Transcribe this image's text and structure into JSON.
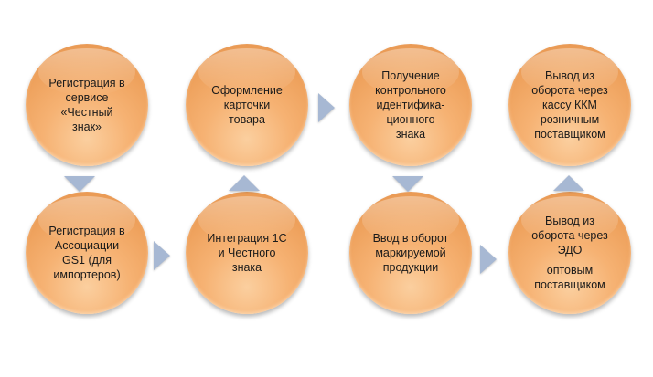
{
  "nodes": [
    {
      "id": "registration-service",
      "text": "Регистрация в\nсервисе\n«Честный\nзнак»"
    },
    {
      "id": "registration-gs1",
      "text": "Регистрация в\nАссоциации\nGS1 (для\nимпортеров)"
    },
    {
      "id": "integration-1c",
      "text": "Интеграция 1С\nи Честного\nзнака"
    },
    {
      "id": "product-card",
      "text": "Оформление\nкарточки\nтовара"
    },
    {
      "id": "control-code",
      "text": "Получение\nконтрольного\nидентифика-\nционного\nзнака"
    },
    {
      "id": "input-circulation",
      "text": "Ввод в оборот\nмаркируемой\nпродукции"
    },
    {
      "id": "withdraw-edo",
      "text": "Вывод из\nоборота через\nЭДО",
      "text2": "оптовым\nпоставщиком"
    },
    {
      "id": "withdraw-kkm",
      "text": "Вывод из\nоборота через\nкассу ККМ\nрозничным\nпоставщиком"
    }
  ],
  "colors": {
    "node": "#f6b273",
    "arrow": "#a7b8d3"
  }
}
